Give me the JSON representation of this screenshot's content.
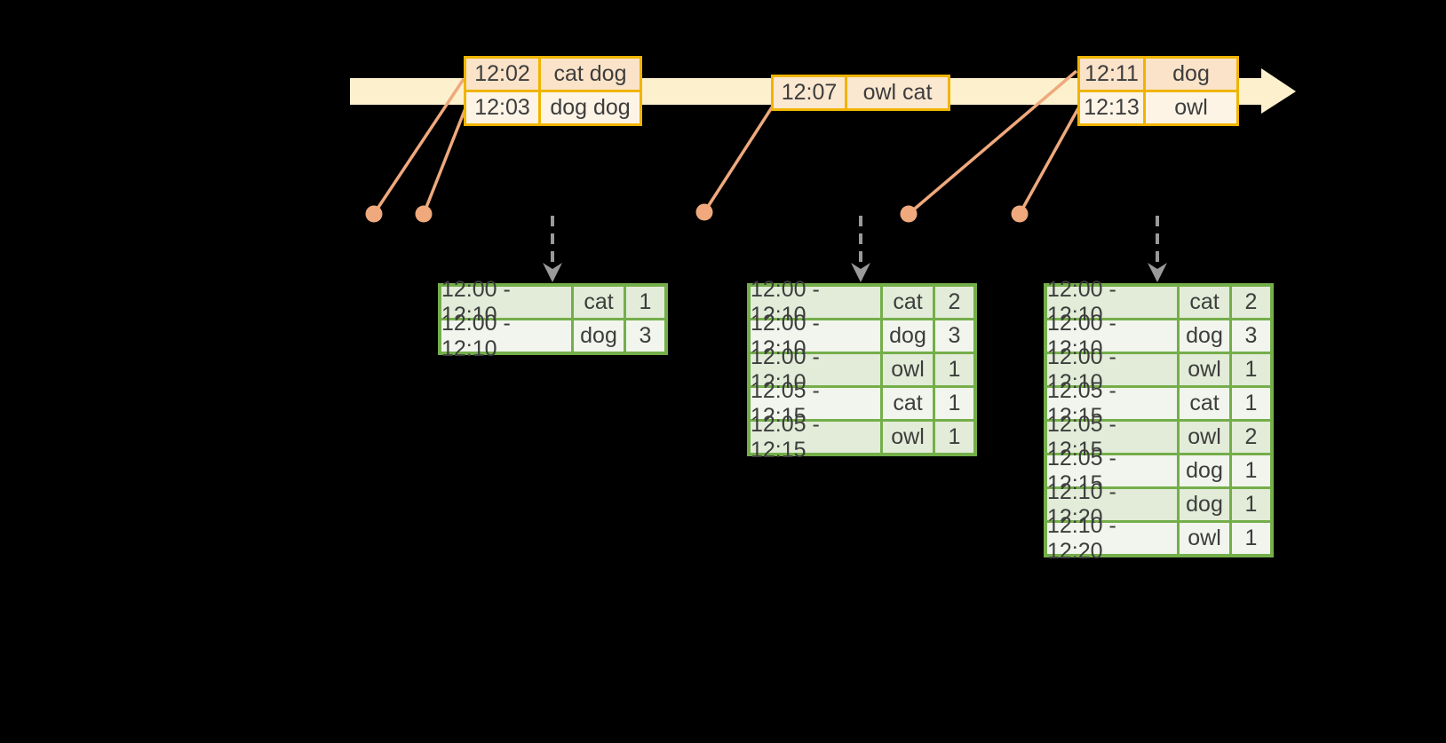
{
  "colors": {
    "background": "#000000",
    "timeline_fill": "#fdf1cd",
    "event_border": "#f0b400",
    "event_row_odd_fill": "#fae3c8",
    "event_row_even_fill": "#fdf4e6",
    "event_single_row_fill": "#fbe8d0",
    "result_border": "#74ae4a",
    "result_row_odd_fill": "#e2ecd8",
    "result_row_even_fill": "#f1f5ed",
    "marker": "#efa97c",
    "trigger_arrow": "#9a9a9a",
    "text": "#3d3d3d"
  },
  "icons": {
    "timeline": "right-arrow-band",
    "event_marker": "filled-dot",
    "trigger": "dashed-down-arrow"
  },
  "event_tables": [
    {
      "rows": [
        [
          "12:02",
          "cat dog"
        ],
        [
          "12:03",
          "dog dog"
        ]
      ]
    },
    {
      "rows": [
        [
          "12:07",
          "owl cat"
        ]
      ]
    },
    {
      "rows": [
        [
          "12:11",
          "dog"
        ],
        [
          "12:13",
          "owl"
        ]
      ]
    }
  ],
  "result_tables": [
    {
      "rows": [
        [
          "12:00 - 12:10",
          "cat",
          "1"
        ],
        [
          "12:00 - 12:10",
          "dog",
          "3"
        ]
      ]
    },
    {
      "rows": [
        [
          "12:00 - 12:10",
          "cat",
          "2"
        ],
        [
          "12:00 - 12:10",
          "dog",
          "3"
        ],
        [
          "12:00 - 12:10",
          "owl",
          "1"
        ],
        [
          "12:05 - 12:15",
          "cat",
          "1"
        ],
        [
          "12:05 - 12:15",
          "owl",
          "1"
        ]
      ]
    },
    {
      "rows": [
        [
          "12:00 - 12:10",
          "cat",
          "2"
        ],
        [
          "12:00 - 12:10",
          "dog",
          "3"
        ],
        [
          "12:00 - 12:10",
          "owl",
          "1"
        ],
        [
          "12:05 - 12:15",
          "cat",
          "1"
        ],
        [
          "12:05 - 12:15",
          "owl",
          "2"
        ],
        [
          "12:05 - 12:15",
          "dog",
          "1"
        ],
        [
          "12:10 - 12:20",
          "dog",
          "1"
        ],
        [
          "12:10 - 12:20",
          "owl",
          "1"
        ]
      ]
    }
  ]
}
